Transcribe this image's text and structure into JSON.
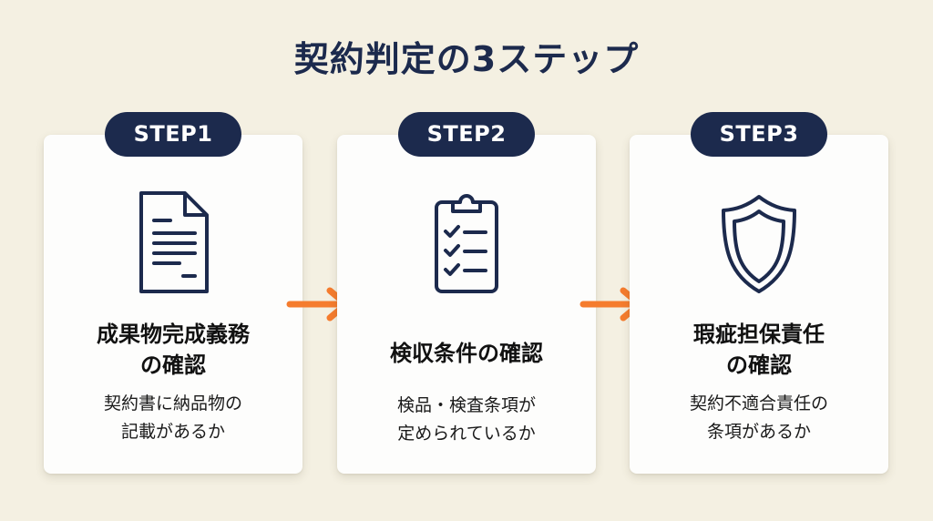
{
  "title": "契約判定の3ステップ",
  "colors": {
    "background": "#f4f0e2",
    "navy": "#1c2a4d",
    "arrow_orange": "#f57c2e",
    "card": "#fdfdfc"
  },
  "steps": [
    {
      "badge": "STEP1",
      "icon": "document-icon",
      "heading_lines": [
        "成果物完成義務",
        "の確認"
      ],
      "desc_lines": [
        "契約書に納品物の",
        "記載があるか"
      ]
    },
    {
      "badge": "STEP2",
      "icon": "clipboard-checklist-icon",
      "heading_lines": [
        "検収条件の確認"
      ],
      "desc_lines": [
        "検品・検査条項が",
        "定められているか"
      ]
    },
    {
      "badge": "STEP3",
      "icon": "shield-icon",
      "heading_lines": [
        "瑕疵担保責任",
        "の確認"
      ],
      "desc_lines": [
        "契約不適合責任の",
        "条項があるか"
      ]
    }
  ],
  "connectors": [
    "arrow-right-icon",
    "arrow-right-icon"
  ]
}
